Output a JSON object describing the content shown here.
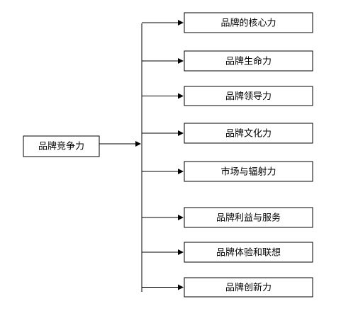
{
  "diagram": {
    "root": {
      "label": "品牌竞争力"
    },
    "children": [
      {
        "label": "品牌的核心力"
      },
      {
        "label": "品牌生命力"
      },
      {
        "label": "品牌领导力"
      },
      {
        "label": "品牌文化力"
      },
      {
        "label": "市场与辐射力"
      },
      {
        "label": "品牌利益与服务"
      },
      {
        "label": "品牌体验和联想"
      },
      {
        "label": "品牌创新力"
      }
    ]
  }
}
